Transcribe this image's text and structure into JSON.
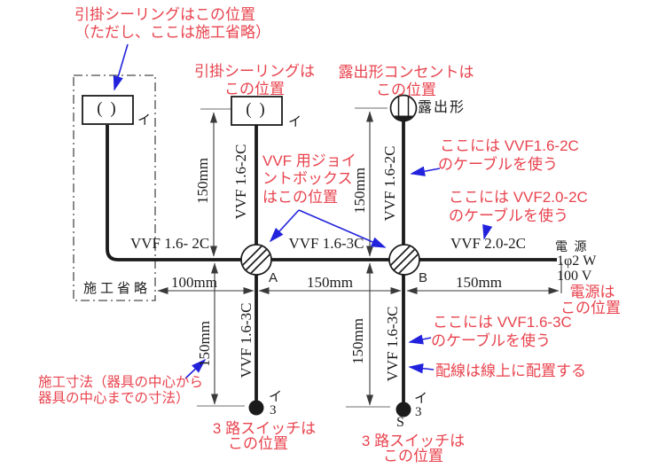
{
  "colors": {
    "red": "#e8434e",
    "blue": "#2222dd",
    "ink": "#1b1b1b"
  },
  "notes": {
    "ceiling_omitted": [
      "引掛シーリングはこの位置",
      "（ただし、ここは施工省略）"
    ],
    "ceiling_center": [
      "引掛シーリングは",
      "この位置"
    ],
    "outlet": [
      "露出形コンセントは",
      "この位置"
    ],
    "joint_box": [
      "VVF 用ジョイ",
      "ントボックス",
      "はこの位置"
    ],
    "use_vvf_16_2c": [
      "ここには VVF1.6-2C",
      "のケーブルを使う"
    ],
    "use_vvf_20_2c": [
      "ここには VVF2.0-2C",
      "のケーブルを使う"
    ],
    "power_here": [
      "電源は",
      "この位置"
    ],
    "use_vvf_16_3c": [
      "ここには VVF1.6-3C",
      "のケーブルを使う"
    ],
    "wiring_on_line": "配線は線上に配置する",
    "dimension_rule": [
      "施工寸法（器具の中心から",
      "器具の中心までの寸法）"
    ],
    "switch_left": [
      "3 路スイッチは",
      "この位置"
    ],
    "switch_right": [
      "3 路スイッチは",
      "この位置"
    ]
  },
  "cables": {
    "vvf_16_2c_gap": "VVF 1.6- 2C",
    "vvf_16_2c": "VVF 1.6-2C",
    "vvf_16_3c": "VVF 1.6-3C",
    "vvf_20_2c": "VVF 2.0-2C"
  },
  "dims": {
    "d150": "150mm",
    "d100": "100mm"
  },
  "devices": {
    "joint_a": "A",
    "joint_b": "B",
    "outlet_type": "露出形",
    "omitted": "施工省略",
    "power": "電 源",
    "power_phase": "1φ2 W",
    "power_volt": "100 V",
    "circuit_i": "イ",
    "circuit_3": "3",
    "switch_s": "S",
    "ceiling_symbol": "( )"
  }
}
